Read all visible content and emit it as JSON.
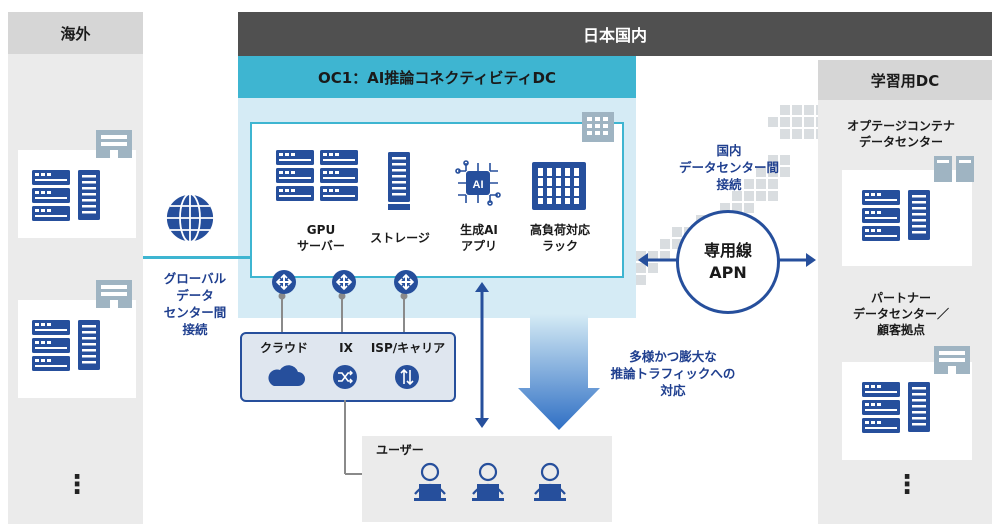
{
  "left_panel": {
    "title": "海外",
    "dots": "⋮"
  },
  "center_header": {
    "title": "日本国内"
  },
  "oc1": {
    "title": "OC1：AI推論コネクティビティDC"
  },
  "right_panel": {
    "title": "学習用DC",
    "optage_label": "オプテージコンテナ\nデータセンター",
    "partner_label": "パートナー\nデータセンター／\n顧客拠点",
    "dots": "⋮"
  },
  "dc_items": [
    {
      "label": "GPU\nサーバー",
      "icon": "gpu-server-icon"
    },
    {
      "label": "ストレージ",
      "icon": "storage-icon"
    },
    {
      "label": "生成AI\nアプリ",
      "icon": "ai-chip-icon"
    },
    {
      "label": "高負荷対応\nラック",
      "icon": "rack-icon"
    }
  ],
  "global_connect": {
    "label": "グローバル\nデータ\nセンター間\n接続"
  },
  "domestic_connect": {
    "label": "国内\nデータセンター間\n接続"
  },
  "apn": {
    "line1": "専用線",
    "line2": "APN"
  },
  "traffic": {
    "label": "多様かつ膨大な\n推論トラフィックへの\n対応"
  },
  "connectivity": {
    "items": [
      {
        "label": "クラウド",
        "icon": "cloud-icon"
      },
      {
        "label": "IX",
        "icon": "exchange-icon"
      },
      {
        "label": "ISP/キャリア",
        "icon": "carrier-icon"
      }
    ]
  },
  "users": {
    "title": "ユーザー"
  },
  "colors": {
    "dark_blue": "#264f9c",
    "teal": "#3eb5d1",
    "light_blue": "#d5ebf5",
    "grey_panel": "#ebebeb",
    "header_dark": "#505050"
  }
}
